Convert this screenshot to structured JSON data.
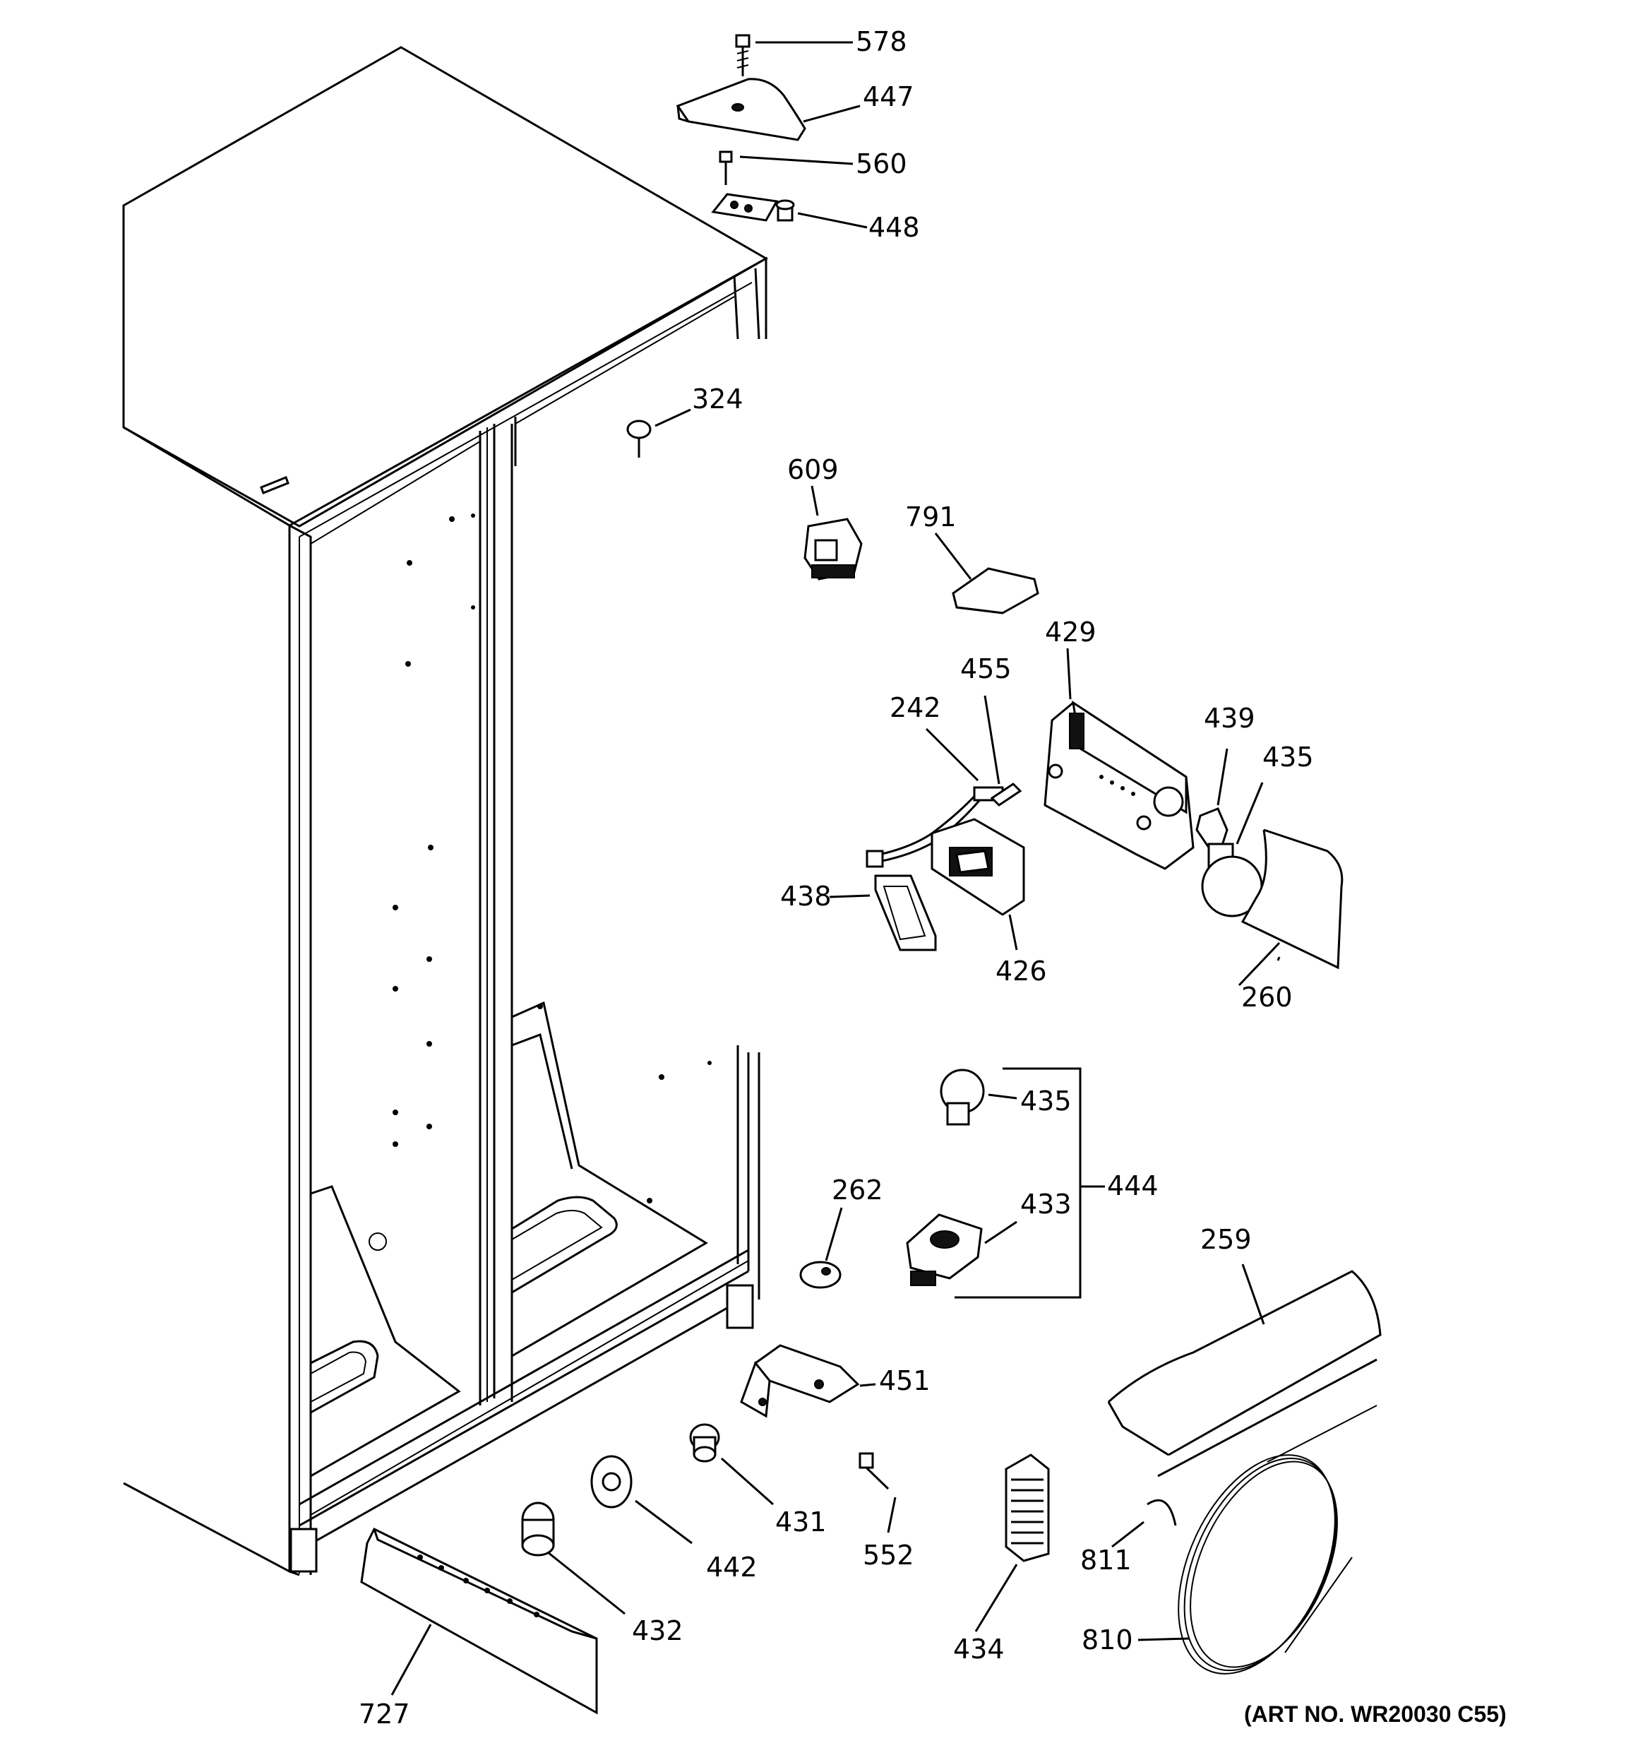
{
  "diagram": {
    "art_number": "(ART NO. WR20030 C55)",
    "callouts": {
      "c578": "578",
      "c447": "447",
      "c560": "560",
      "c448": "448",
      "c324": "324",
      "c609": "609",
      "c791": "791",
      "c429": "429",
      "c455": "455",
      "c242": "242",
      "c439": "439",
      "c435a": "435",
      "c438": "438",
      "c426": "426",
      "c260": "260",
      "c435b": "435",
      "c444": "444",
      "c262": "262",
      "c433": "433",
      "c259": "259",
      "c451": "451",
      "c431": "431",
      "c552": "552",
      "c442": "442",
      "c811": "811",
      "c432": "432",
      "c434": "434",
      "c810": "810",
      "c727": "727"
    }
  }
}
